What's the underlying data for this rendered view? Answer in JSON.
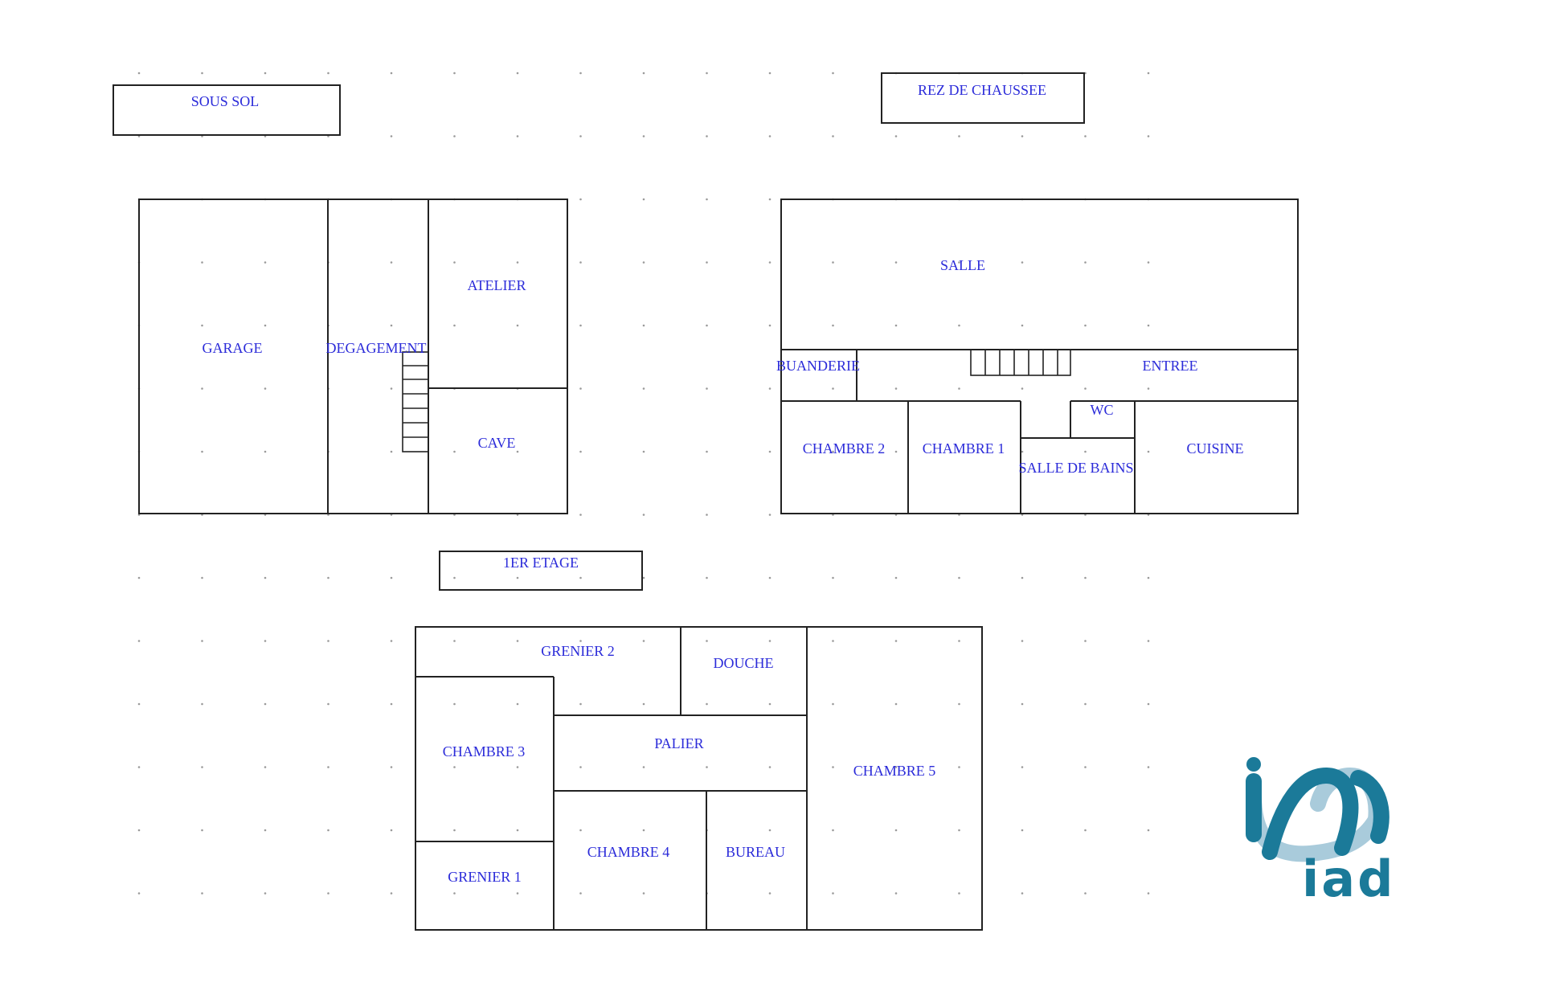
{
  "colors": {
    "background": "#ffffff",
    "wall": "#222222",
    "label": "#2b2bd9",
    "grid_dot": "#9a9a9a",
    "logo_dark": "#1b7a99",
    "logo_light": "#a9cbdb"
  },
  "levels": {
    "sous_sol": {
      "title": "SOUS SOL",
      "rooms": {
        "garage": "GARAGE",
        "degagement": "DEGAGEMENT",
        "atelier": "ATELIER",
        "cave": "CAVE"
      }
    },
    "rez_de_chaussee": {
      "title": "REZ DE CHAUSSEE",
      "rooms": {
        "salle": "SALLE",
        "buanderie": "BUANDERIE",
        "entree": "ENTREE",
        "wc": "WC",
        "chambre_2": "CHAMBRE 2",
        "chambre_1": "CHAMBRE 1",
        "salle_de_bains": "SALLE DE BAINS",
        "cuisine": "CUISINE"
      }
    },
    "premier_etage": {
      "title": "1ER ETAGE",
      "rooms": {
        "grenier_2": "GRENIER 2",
        "douche": "DOUCHE",
        "chambre_3": "CHAMBRE 3",
        "palier": "PALIER",
        "chambre_5": "CHAMBRE 5",
        "chambre_4": "CHAMBRE 4",
        "bureau": "BUREAU",
        "grenier_1": "GRENIER 1"
      }
    }
  },
  "logo": {
    "text": "iad",
    "icon": "iad-logo-icon"
  }
}
